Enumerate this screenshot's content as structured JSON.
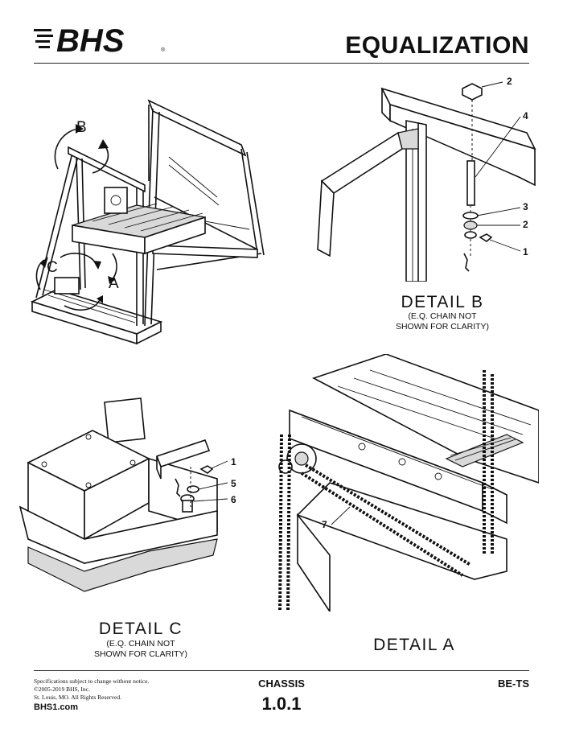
{
  "header": {
    "logo_text": "BHS",
    "title": "EQUALIZATION"
  },
  "details": {
    "b": {
      "title": "DETAIL  B",
      "note_line1": "(E.Q. CHAIN NOT",
      "note_line2": "SHOWN FOR CLARITY)"
    },
    "c": {
      "title": "DETAIL  C",
      "note_line1": "(E.Q. CHAIN NOT",
      "note_line2": "SHOWN FOR CLARITY)"
    },
    "a": {
      "title": "DETAIL  A"
    }
  },
  "overview_labels": {
    "b": "B",
    "c": "C",
    "a": "A"
  },
  "callouts": {
    "b": [
      "2",
      "4",
      "3",
      "2",
      "1"
    ],
    "c": [
      "1",
      "5",
      "6"
    ],
    "a": [
      "7"
    ]
  },
  "footer": {
    "line1": "Specifications subject to change without notice.",
    "line2": "©2005-2019 BHS, Inc.",
    "line3": "St. Louis, MO.  All Rights Reserved.",
    "url": "BHS1.com",
    "section": "CHASSIS",
    "page": "1.0.1",
    "model": "BE-TS"
  }
}
